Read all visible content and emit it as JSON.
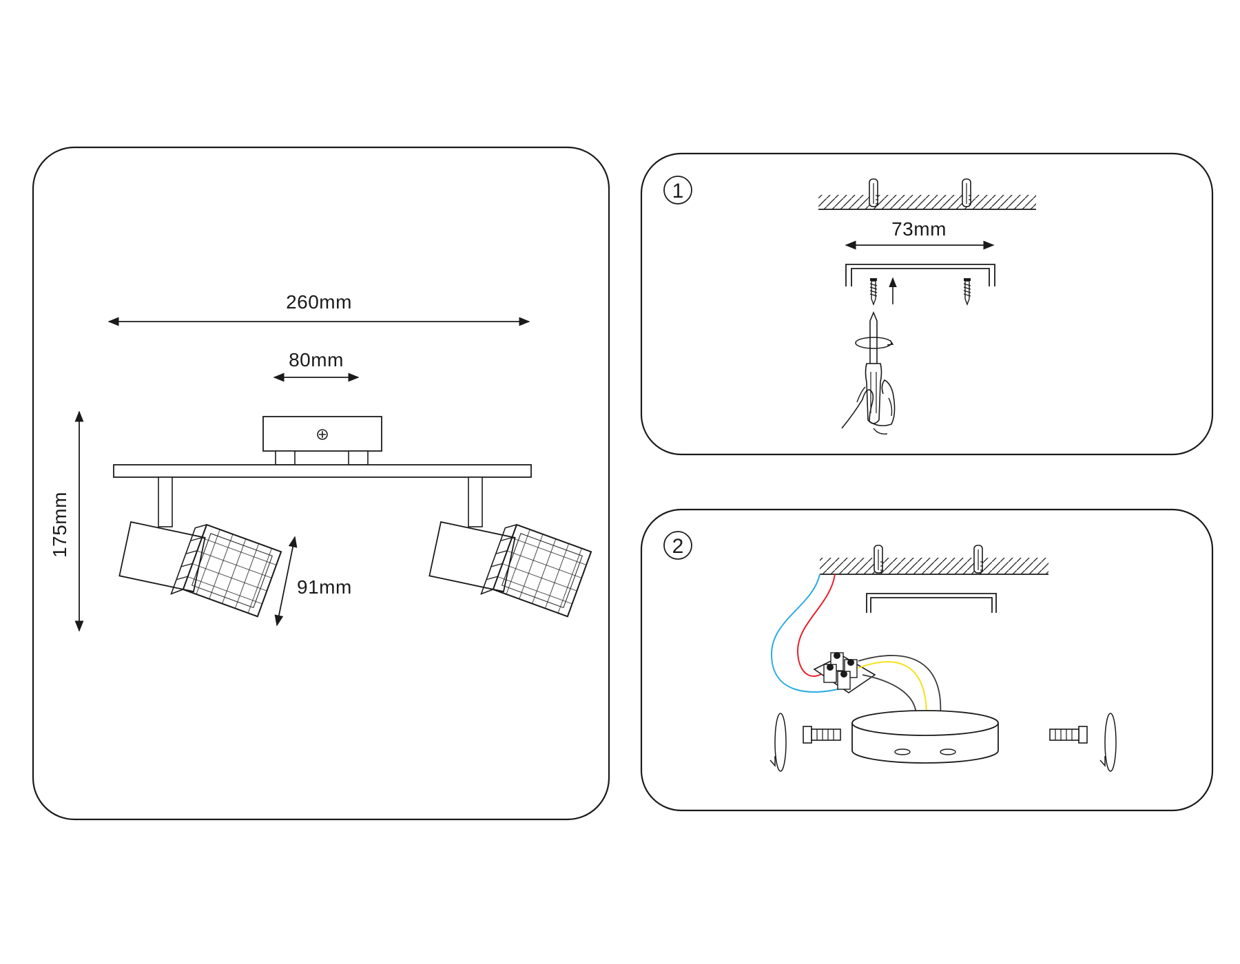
{
  "dimensions": {
    "overall_width": "260mm",
    "canopy_width": "80mm",
    "height": "175mm",
    "shade": "91mm"
  },
  "steps": [
    {
      "number": "1",
      "bracket_spacing": "73mm"
    },
    {
      "number": "2"
    }
  ],
  "wire_colors": {
    "blue": "#29abe2",
    "red": "#e8202a",
    "yellow": "#f5e21a",
    "dark": "#3a3a3a"
  },
  "icons": [
    "wall-plug-icon",
    "screw-icon",
    "screwdriver-icon",
    "hand-icon",
    "rotate-arrow-icon",
    "bolt-icon",
    "terminal-block-icon"
  ]
}
